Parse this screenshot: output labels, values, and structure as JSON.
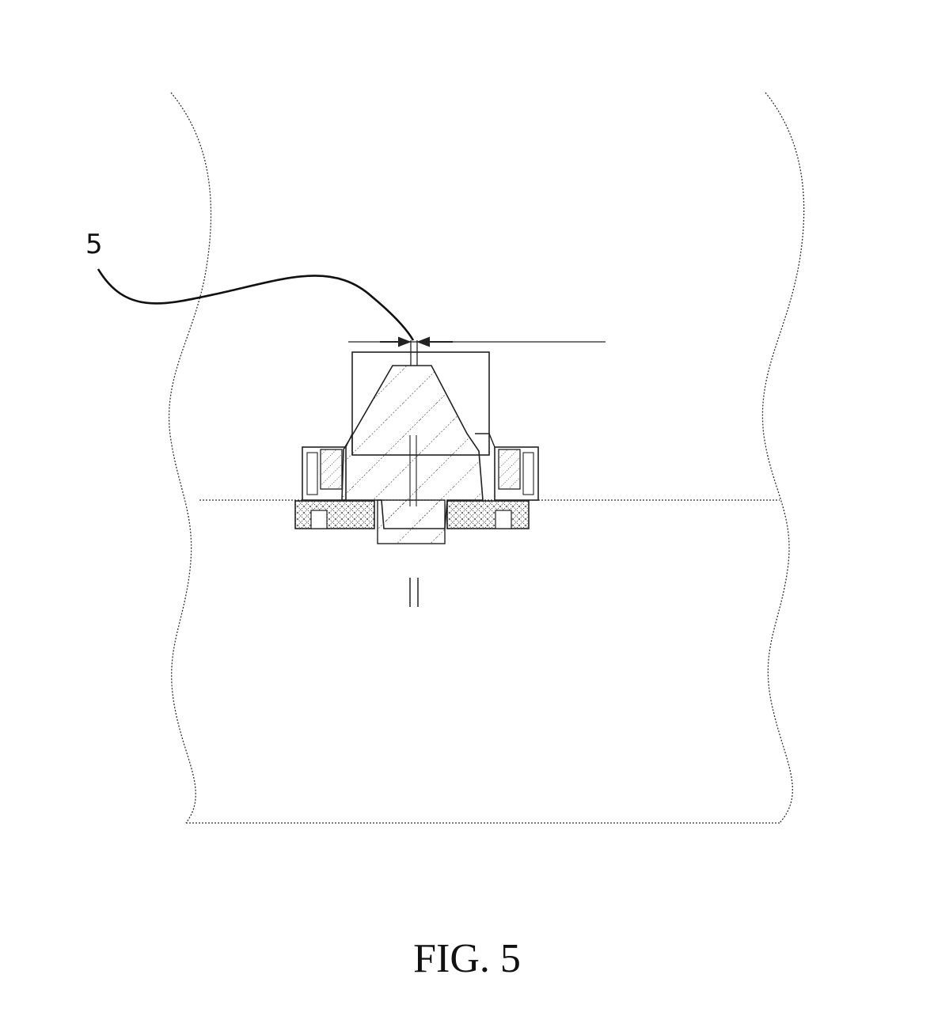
{
  "figure": {
    "caption": "FIG. 5",
    "reference_labels": [
      {
        "id": "5",
        "text": "5"
      }
    ]
  },
  "colors": {
    "ink": "#111111",
    "background": "#ffffff"
  }
}
